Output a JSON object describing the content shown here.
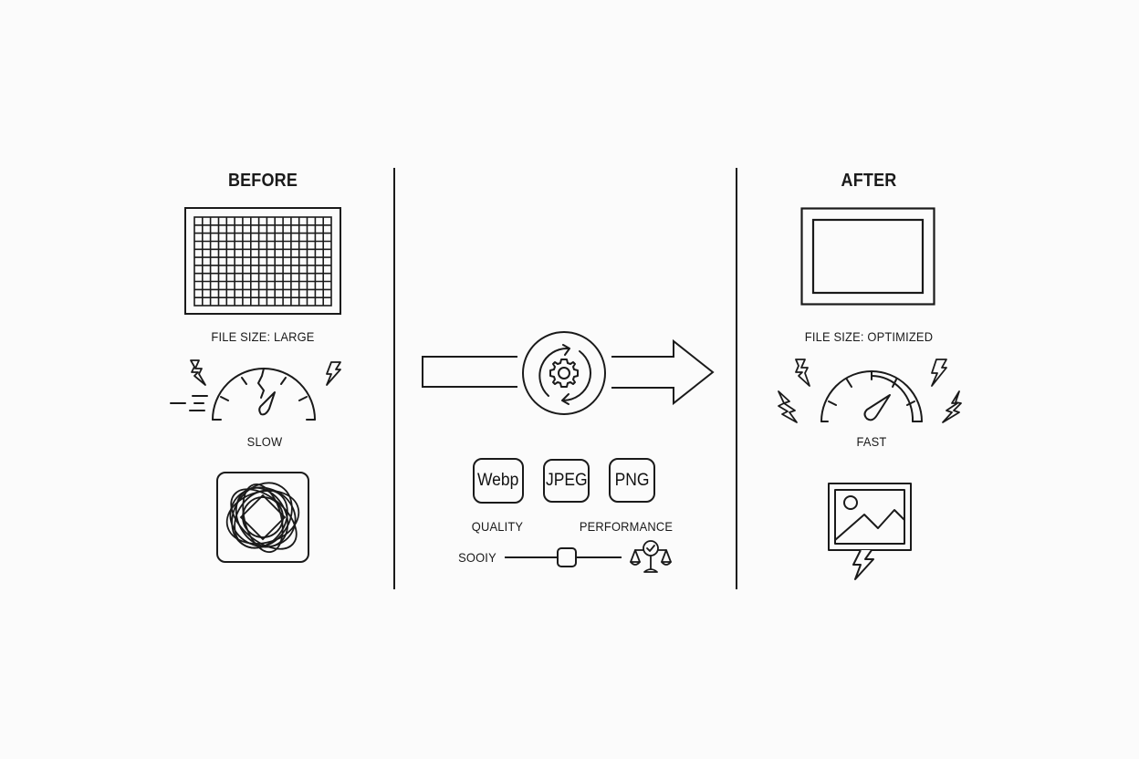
{
  "before": {
    "title": "BEFORE",
    "file_size_label": "FILE SIZE: LARGE",
    "speed_label": "SLOW",
    "icons": [
      "pixel-grid-image-icon",
      "slow-speedometer-icon",
      "lightning-icon",
      "speed-lines-icon",
      "tangled-mess-icon"
    ]
  },
  "process": {
    "icons": [
      "input-arrow-body",
      "gear-refresh-icon",
      "output-arrow-icon"
    ],
    "formats": [
      "Webp",
      "JPEG",
      "PNG"
    ],
    "quality_label": "QUALITY",
    "performance_label": "PERFORMANCE",
    "slider_left_label": "SOOIY",
    "slider_icon": "balance-scale-check-icon"
  },
  "after": {
    "title": "AFTER",
    "file_size_label": "FILE SIZE: OPTIMIZED",
    "speed_label": "FAST",
    "icons": [
      "clean-image-frame-icon",
      "fast-speedometer-icon",
      "lightning-icon",
      "image-lightning-icon"
    ]
  },
  "colors": {
    "background": "#fbfbfb",
    "stroke": "#1a1a1a"
  }
}
